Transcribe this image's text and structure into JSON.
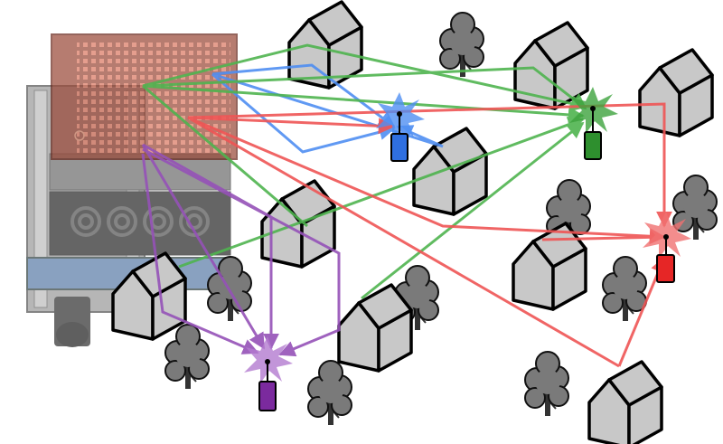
{
  "emulator": {
    "label": "",
    "panel_color": "#9a4a3a",
    "led_color": "#e8826a"
  },
  "colors": {
    "blue": "#4f8ef2",
    "green": "#4fb44f",
    "red": "#ef5555",
    "purple": "#9552b8",
    "house_fill": "#c8c8c8",
    "tree_fill": "#7a7a7a"
  },
  "links": [
    {
      "color": "blue",
      "from": "panel",
      "to": "radio-blue"
    },
    {
      "color": "green",
      "from": "panel",
      "to": "radio-green"
    },
    {
      "color": "red",
      "from": "panel",
      "to": "radio-red"
    },
    {
      "color": "purple",
      "from": "panel",
      "to": "radio-purple"
    }
  ]
}
